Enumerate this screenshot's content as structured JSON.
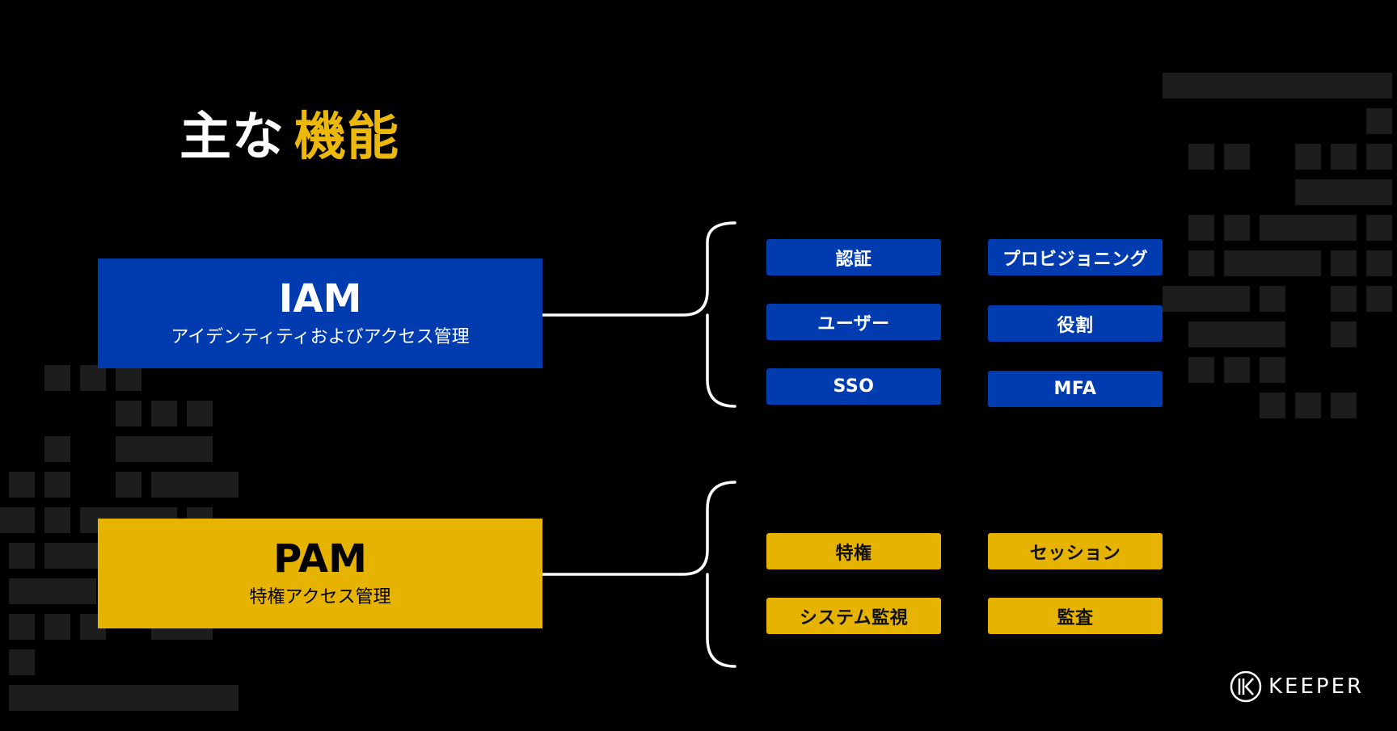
{
  "title": {
    "part1": "主な",
    "part2": "機能"
  },
  "iam": {
    "abbr": "IAM",
    "full": "アイデンティティおよびアクセス管理",
    "items": [
      "認証",
      "プロビジョニング",
      "ユーザー",
      "役割",
      "SSO",
      "MFA"
    ]
  },
  "pam": {
    "abbr": "PAM",
    "full": "特権アクセス管理",
    "items": [
      "特権",
      "セッション",
      "システム監視",
      "監査"
    ]
  },
  "logo": {
    "text": "KEEPER"
  },
  "colors": {
    "background": "#000000",
    "iam_blue": "#003cb0",
    "pam_yellow": "#e6b400",
    "title_accent": "#ecb80a"
  }
}
